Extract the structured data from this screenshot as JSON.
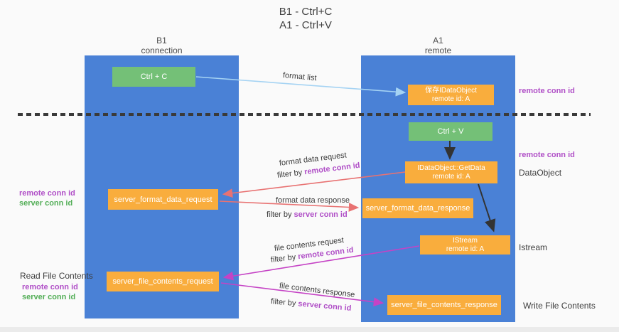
{
  "title": {
    "line1": "B1 - Ctrl+C",
    "line2": "A1 - Ctrl+V"
  },
  "lanes": {
    "left": {
      "name": "B1",
      "role": "connection"
    },
    "right": {
      "name": "A1",
      "role": "remote"
    }
  },
  "boxes": {
    "ctrl_c": {
      "label": "Ctrl + C"
    },
    "ctrl_v": {
      "label": "Ctrl + V"
    },
    "save_dataobject": {
      "line1": "保存IDataObject",
      "line2": "remote id: A"
    },
    "getdata": {
      "line1": "IDataObject::GetData",
      "line2": "remote id: A"
    },
    "istream": {
      "line1": "IStream",
      "line2": "remote id: A"
    },
    "format_request": {
      "label": "server_format_data_request"
    },
    "format_response": {
      "label": "server_format_data_response"
    },
    "file_request": {
      "label": "server_file_contents_request"
    },
    "file_response": {
      "label": "server_file_contents_response"
    }
  },
  "arrows": {
    "format_list": {
      "label": "format list"
    },
    "format_data_request": {
      "label": "format data request",
      "filter_prefix": "filter by ",
      "filter_id": "remote conn id"
    },
    "format_data_response": {
      "label": "format data response",
      "filter_prefix": "filter by ",
      "filter_id": "server conn id"
    },
    "file_contents_request": {
      "label": "file contents request",
      "filter_prefix": "filter by ",
      "filter_id": "remote conn id"
    },
    "file_contents_response": {
      "label": "file contents response",
      "filter_prefix": "filter by ",
      "filter_id": "server conn id"
    }
  },
  "annotations": {
    "right_conn_top": "remote conn id",
    "right_conn_mid": "remote conn id",
    "dataobject": "DataObject",
    "istream": "Istream",
    "write_file": "Write File Contents",
    "left_remote_top": "remote conn id",
    "left_server_top": "server conn id",
    "read_file": "Read File Contents",
    "left_remote_bottom": "remote conn id",
    "left_server_bottom": "server conn id"
  },
  "colors": {
    "lane_blue": "#4a81d6",
    "box_green": "#74c077",
    "box_orange": "#f9ad3d",
    "remote_purple": "#b04fc7",
    "server_green": "#53ae57",
    "arrow_salmon": "#e87272",
    "arrow_magenta": "#c543c5",
    "arrow_lightblue": "#a5d3f3",
    "arrow_black": "#333333"
  }
}
